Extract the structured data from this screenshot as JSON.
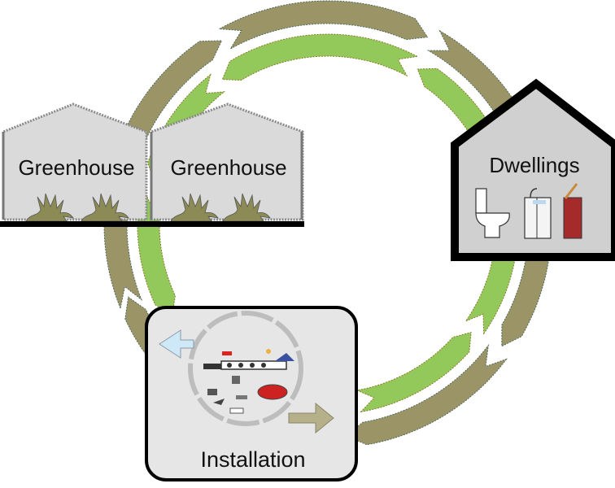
{
  "diagram": {
    "type": "cycle",
    "nodes": [
      {
        "id": "greenhouse-1",
        "label": "Greenhouse"
      },
      {
        "id": "greenhouse-2",
        "label": "Greenhouse"
      },
      {
        "id": "dwellings",
        "label": "Dwellings",
        "icons": [
          "toilet-icon",
          "sink-icon",
          "waste-bin-icon"
        ]
      },
      {
        "id": "installation",
        "label": "Installation",
        "icons": [
          "treatment-plant-icon",
          "input-arrow-icon",
          "output-arrow-icon"
        ]
      }
    ],
    "flows": [
      {
        "name": "outer-flow",
        "direction": "clockwise",
        "color": "#9a9467"
      },
      {
        "name": "inner-flow",
        "direction": "counter-clockwise",
        "color": "#92c95a"
      }
    ]
  },
  "colors": {
    "outer_ring": "#9a9467",
    "inner_ring": "#92c95a",
    "building_fill": "#d4d4d4",
    "greenhouse_fill": "#dadada",
    "installation_fill": "#e6e6e6",
    "plant": "#8c8a55",
    "bin": "#a52a2a",
    "in_arrow": "#cfe8f7",
    "out_arrow": "#b5b08a"
  }
}
